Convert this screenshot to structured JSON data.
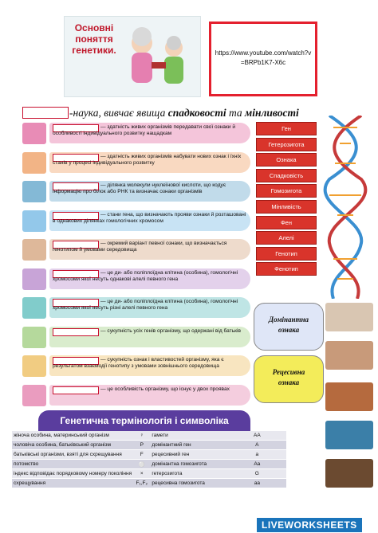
{
  "title": {
    "text": "Основні поняття генетики."
  },
  "link": {
    "url": "https://www.youtube.com/watch?v=BRPb1K7-X6c"
  },
  "heading": {
    "dash": "-наука, вивчає явища ",
    "word1": "спадковості",
    "mid": " та ",
    "word2": "мінливості"
  },
  "rows": [
    {
      "text": "— здатність живих організмів передавати свої ознаки й особливості індивідуального розвитку нащадкам",
      "color": "#d62e7a"
    },
    {
      "text": "— здатність живих організмів набувати нових ознак і їхніх станів у процесі індивідуального розвитку",
      "color": "#e87722"
    },
    {
      "text": "— ділянка молекули нуклеїнової кислоти, що кодує інформацію про білок або РНК та визначає ознаки організмів",
      "color": "#1f7fb5"
    },
    {
      "text": "— стани гена, що визначають прояви ознаки й розташовані в однакових ділянках гомологічних хромосом",
      "color": "#3a9ad9"
    },
    {
      "text": "— окремий варіант певної ознаки, що визначається генотипом й умовами середовища",
      "color": "#c27d47"
    },
    {
      "text": "— це ди- або поліплоїдна клітина (особина), гомологічні хромосоми якої несуть однакові алелі певного гена",
      "color": "#9b59b6"
    },
    {
      "text": "— це ди- або поліплоїдна клітина (особина), гомологічні хромосоми якої несуть різні алелі певного гена",
      "color": "#1aa3a0"
    },
    {
      "text": "— сукупність усіх генів організму, що одержані від батьків",
      "color": "#78b94a"
    },
    {
      "text": "— сукупність ознак і властивостей організму, яка є результатом взаємодії генотипу з умовами зовнішнього середовища",
      "color": "#e5a21b"
    },
    {
      "text": "— це особливість організму, що існує у двох проявах",
      "color": "#d84a8a"
    }
  ],
  "answers": [
    "Ген",
    "Гетерозигота",
    "Ознака",
    "Спадковість",
    "Гомозигота",
    "Мінливість",
    "Фен",
    "Алелі",
    "Генотип",
    "Фенотип"
  ],
  "callouts": [
    {
      "line1": "Домінантна",
      "line2": "ознака"
    },
    {
      "line1": "Рецесивна",
      "line2": "ознака"
    }
  ],
  "banner": {
    "text": "Генетична термінологія і символіка"
  },
  "table": [
    [
      "жіноча особина, материнський організм",
      "♀",
      "гамети",
      "АА"
    ],
    [
      "чоловіча особина, батьківський організм",
      "P",
      "домінантний ген",
      "A"
    ],
    [
      "батьківські організми, взяті для схрещування",
      "F",
      "рецесивний ген",
      "a"
    ],
    [
      "потомство",
      "⚪",
      "домінантна гомозигота",
      "Aa"
    ],
    [
      "індекс відповідає порядковому номеру покоління",
      "×",
      "гетерозигота",
      "G"
    ],
    [
      "схрещування",
      "F₁,F₂",
      "рецесивна гомозигота",
      "aa"
    ]
  ],
  "logo": {
    "text": "LIVEWORKSHEETS"
  },
  "colors": {
    "answer": "#d9342b",
    "banner": "#5a3d9e",
    "callout1": "#dfe6f7",
    "callout2": "#f3ec5a"
  }
}
